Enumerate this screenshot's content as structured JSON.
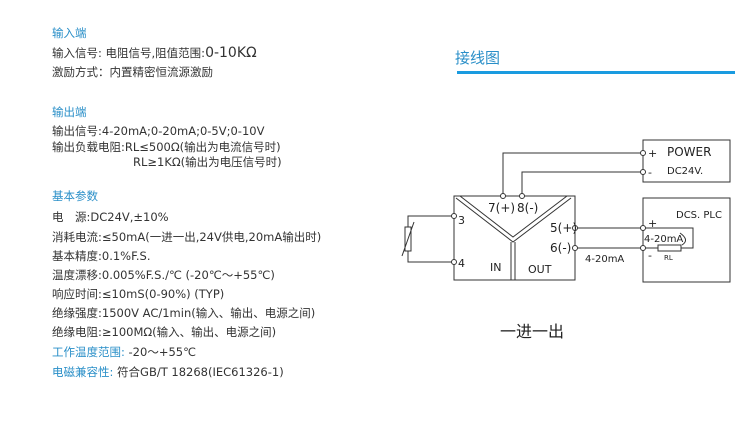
{
  "input": {
    "heading": "输入端",
    "signal_label": "输入信号: 电阻信号,阻值范围:",
    "signal_value": "0-10KΩ",
    "excitation": "激励方式：内置精密恒流源激励"
  },
  "output": {
    "heading": "输出端",
    "signal": "输出信号:4-20mA;0-20mA;0-5V;0-10V",
    "load1": "输出负载电阻:RL≤500Ω(输出为电流信号时)",
    "load2": "RL≥1KΩ(输出为电压信号时)"
  },
  "basic": {
    "heading": "基本参数",
    "lines": [
      "电　源:DC24V,±10%",
      "消耗电流:≤50mA(一进一出,24V供电,20mA输出时)",
      "基本精度:0.1%F.S.",
      "温度漂移:0.005%F.S./℃  (-20℃～+55℃)",
      "响应时间:≤10mS(0-90%) (TYP)",
      "绝缘强度:1500V AC/1min(输入、输出、电源之间)",
      "绝缘电阻:≥100MΩ(输入、输出、电源之间)"
    ],
    "temp_label": "工作温度范围:",
    "temp_value": " -20～+55℃",
    "emc_label": "电磁兼容性:",
    "emc_value": " 符合GB/T 18268(IEC61326-1)"
  },
  "diagram": {
    "title": "接线图",
    "caption": "一进一出",
    "power": "POWER",
    "dc": "DC24V.",
    "plus": "+",
    "minus": "-",
    "t7": "7(+)",
    "t8": "8(-)",
    "t3": "3",
    "t4": "4",
    "t5": "5(+)",
    "t6": "6(-)",
    "in": "IN",
    "out": "OUT",
    "dcs": "DCS. PLC",
    "loop": "4-20mA",
    "rl": "RL",
    "wire_current": "4-20mA",
    "accent": "#1a9be0"
  }
}
